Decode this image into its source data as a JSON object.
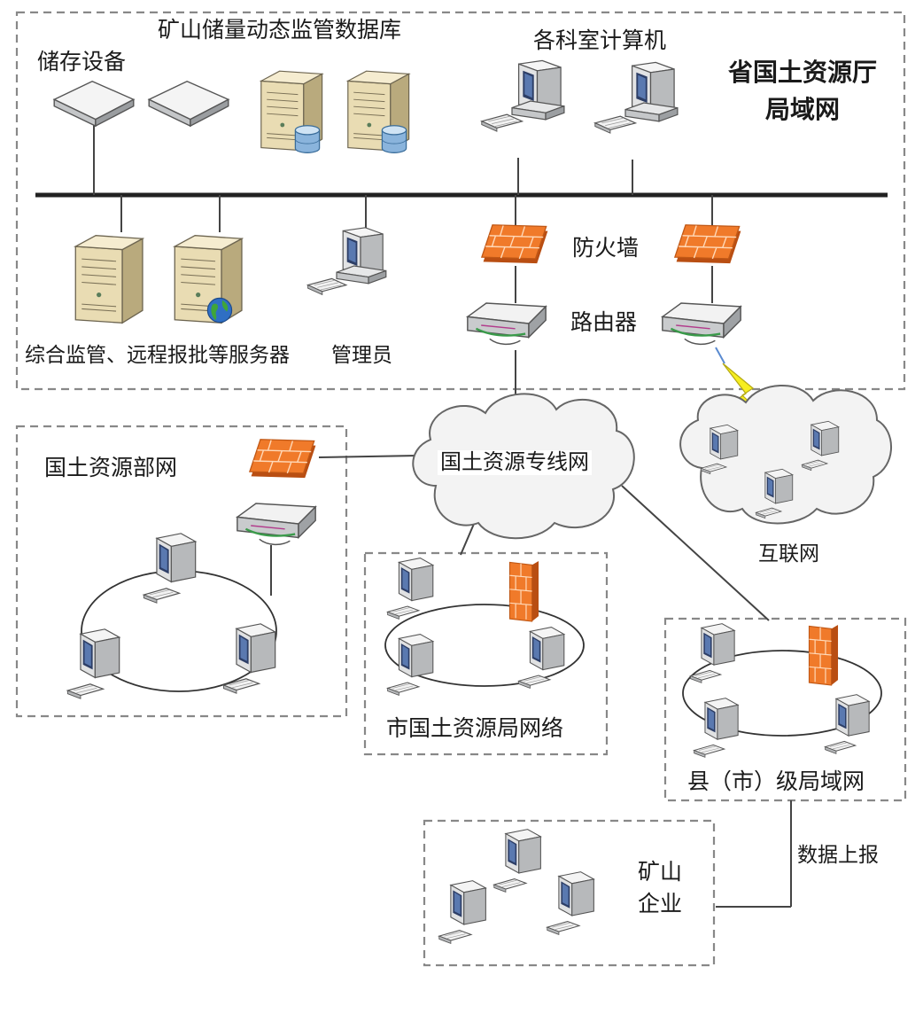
{
  "labels": {
    "storage": "储存设备",
    "database": "矿山储量动态监管数据库",
    "office_pcs": "各科室计算机",
    "lan_title_line1": "省国土资源厅",
    "lan_title_line2": "局域网",
    "firewall": "防火墙",
    "router": "路由器",
    "servers": "综合监管、远程报批等服务器",
    "admin": "管理员",
    "ministry_net": "国土资源部网",
    "dedicated_net": "国土资源专线网",
    "internet": "互联网",
    "city_net": "市国土资源局网络",
    "county_net": "县（市）级局域网",
    "data_report": "数据上报",
    "mine_line1": "矿山",
    "mine_line2": "企业"
  },
  "colors": {
    "firewall_orange": "#f07a2a",
    "firewall_dark": "#b94e12",
    "server_beige": "#e9dcb3",
    "device_gray": "#d4d6d8",
    "dash_border": "#888888",
    "bolt_yellow": "#f6ee20"
  },
  "icons": [
    "storage-device-icon",
    "server-tower-icon",
    "database-cylinder-icon",
    "desktop-computer-icon",
    "firewall-brick-icon",
    "router-icon",
    "globe-icon",
    "cloud-icon",
    "lightning-bolt-icon"
  ]
}
